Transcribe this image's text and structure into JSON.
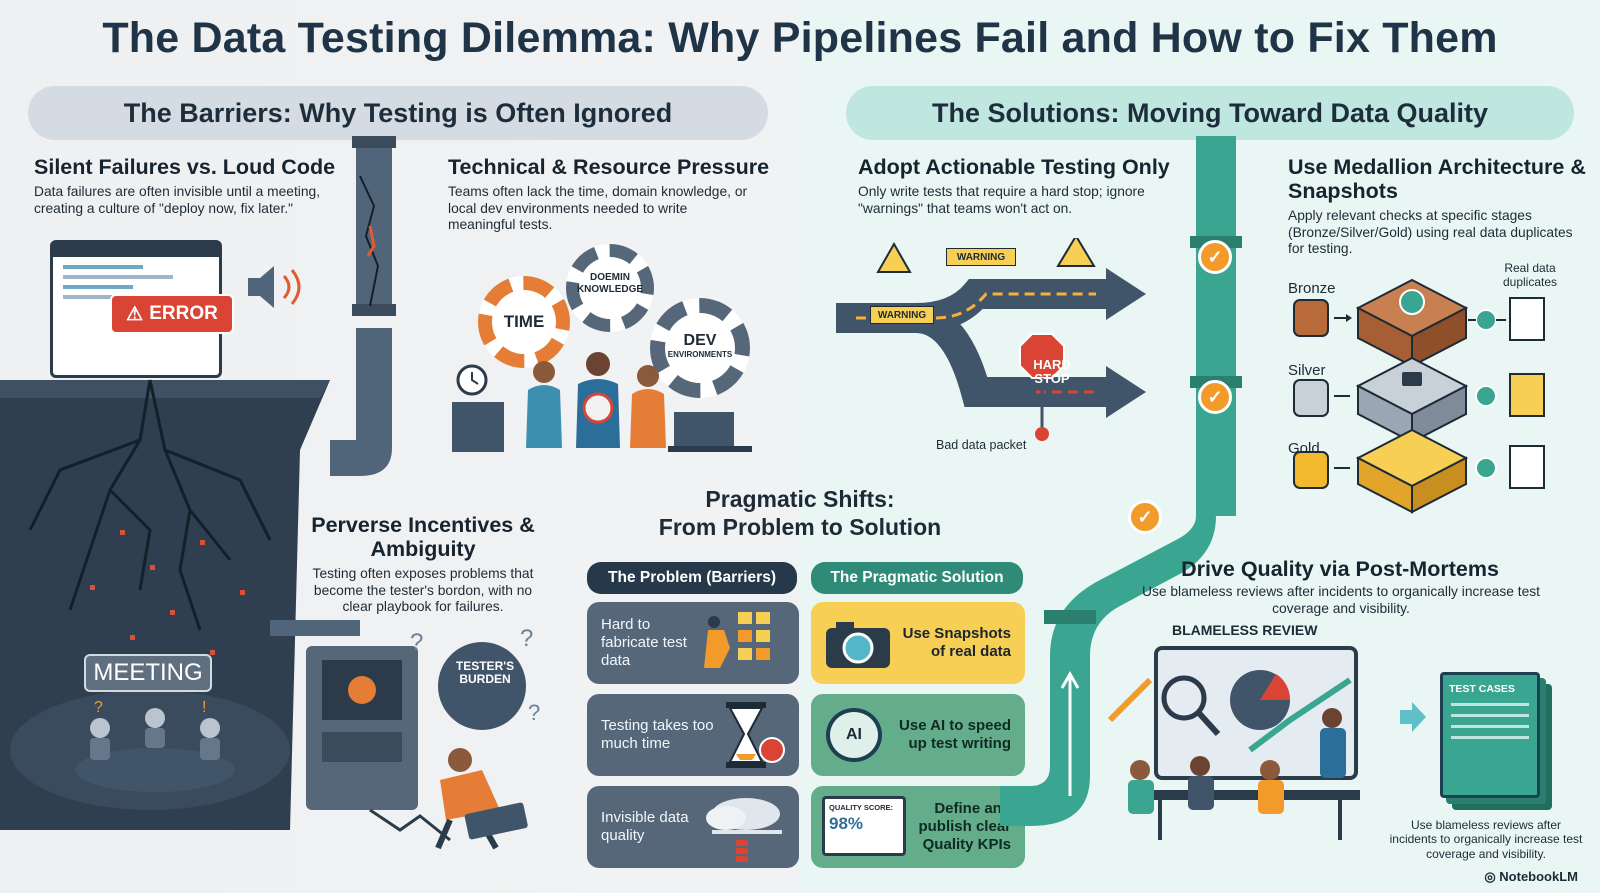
{
  "title": "The Data Testing Dilemma: Why Pipelines Fail and How to Fix Them",
  "left_header": "The Barriers: Why Testing is Often Ignored",
  "right_header": "The Solutions: Moving Toward Data Quality",
  "barriers": {
    "silent": {
      "heading": "Silent Failures vs. Loud Code",
      "body": "Data failures are often invisible until a meeting, creating a culture of \"deploy now, fix later.\"",
      "error_label": "ERROR",
      "meeting_label": "MEETING"
    },
    "technical": {
      "heading": "Technical & Resource Pressure",
      "body": "Teams often lack the time, domain knowledge, or local dev environments needed to write meaningful tests.",
      "gear_time": "TIME",
      "gear_domain": "DOEMIN KNOWLEDGE",
      "gear_dev": "DEV",
      "gear_dev_sub": "ENVIRONMENTS"
    },
    "perverse": {
      "heading": "Perverse Incentives & Ambiguity",
      "body": "Testing often exposes problems that become the tester's bordon, with no clear playbook for failures.",
      "bag_label": "TESTER'S BURDEN"
    }
  },
  "solutions": {
    "actionable": {
      "heading": "Adopt Actionable Testing Only",
      "body": "Only write tests that require a hard stop; ignore \"warnings\" that teams won't act on.",
      "warning_1": "WARNING",
      "warning_2": "WARNING",
      "hard_stop": "HARD STOP",
      "bad_packet": "Bad data packet"
    },
    "medallion": {
      "heading": "Use Medallion Architecture & Snapshots",
      "body": "Apply relevant checks at specific stages (Bronze/Silver/Gold) using real data duplicates for testing.",
      "real_dupes": "Real data duplicates",
      "tiers": [
        "Bronze",
        "Silver",
        "Gold"
      ]
    },
    "postmortem": {
      "heading": "Drive Quality via Post-Mortems",
      "body": "Use blameless reviews after incidents to organically increase test coverage and visibility.",
      "board_label": "BLAMELESS REVIEW",
      "test_cases": "TEST CASES",
      "caption": "Use blameless reviews after incidents to organically increase test coverage and visibility."
    }
  },
  "shifts": {
    "heading_1": "Pragmatic Shifts:",
    "heading_2": "From Problem to Solution",
    "problem_header": "The Problem (Barriers)",
    "solution_header": "The Pragmatic Solution",
    "rows": [
      {
        "problem": "Hard to fabricate test data",
        "solution": "Use Snapshots of real data"
      },
      {
        "problem": "Testing takes too much time",
        "solution": "Use AI to speed up test writing"
      },
      {
        "problem": "Invisible data quality",
        "solution": "Define and publish clear Quality KPIs"
      }
    ],
    "ai_label": "AI",
    "quality_score_label": "QUALITY SCORE:",
    "quality_score_value": "98%"
  },
  "footer": "NotebookLM",
  "colors": {
    "teal": "#2f8a78",
    "slate": "#56677a",
    "yellow": "#f6cf54",
    "orange": "#f39b2a",
    "red": "#d94434",
    "navy": "#1f3446"
  }
}
